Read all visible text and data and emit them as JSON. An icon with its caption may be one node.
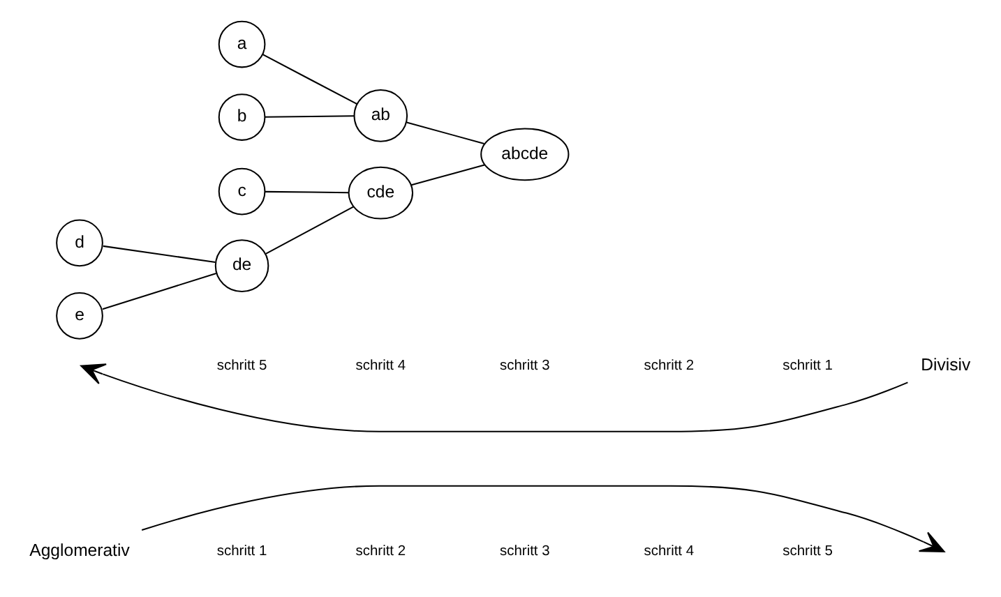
{
  "diagram": {
    "nodes": [
      {
        "text": [
          "Agglomerativ"
        ]
      },
      {
        "text": [
          "a"
        ]
      },
      {
        "text": [
          "b"
        ]
      },
      {
        "text": [
          "ab"
        ]
      },
      {
        "text": [
          "abcde"
        ]
      },
      {
        "text": [
          "c"
        ]
      },
      {
        "text": [
          "cde"
        ]
      },
      {
        "text": [
          "d"
        ]
      },
      {
        "text": [
          "de"
        ]
      },
      {
        "text": [
          "e"
        ]
      },
      {
        "text": [
          "Divisiv"
        ]
      }
    ],
    "edges": [
      {
        "from": 0,
        "to": null,
        "arrow": "to"
      },
      {
        "from": 1,
        "to": 3,
        "arrow": "none"
      },
      {
        "from": 2,
        "to": 3,
        "arrow": "none"
      },
      {
        "from": 3,
        "to": 4,
        "arrow": "none"
      },
      {
        "from": 5,
        "to": 6,
        "arrow": "none"
      },
      {
        "from": 6,
        "to": 4,
        "arrow": "none"
      },
      {
        "from": 7,
        "to": 8,
        "arrow": "none"
      },
      {
        "from": 9,
        "to": 8,
        "arrow": "none"
      },
      {
        "from": 8,
        "to": 6,
        "arrow": "none"
      },
      {
        "from": 10,
        "to": null,
        "arrow": "to"
      }
    ],
    "labels": [
      "schritt 1",
      "schritt 2",
      "schritt 3",
      "schritt 4",
      "schritt 5",
      "schritt 5",
      "schritt 4",
      "schritt 3",
      "schritt 2",
      "schritt 1"
    ]
  }
}
